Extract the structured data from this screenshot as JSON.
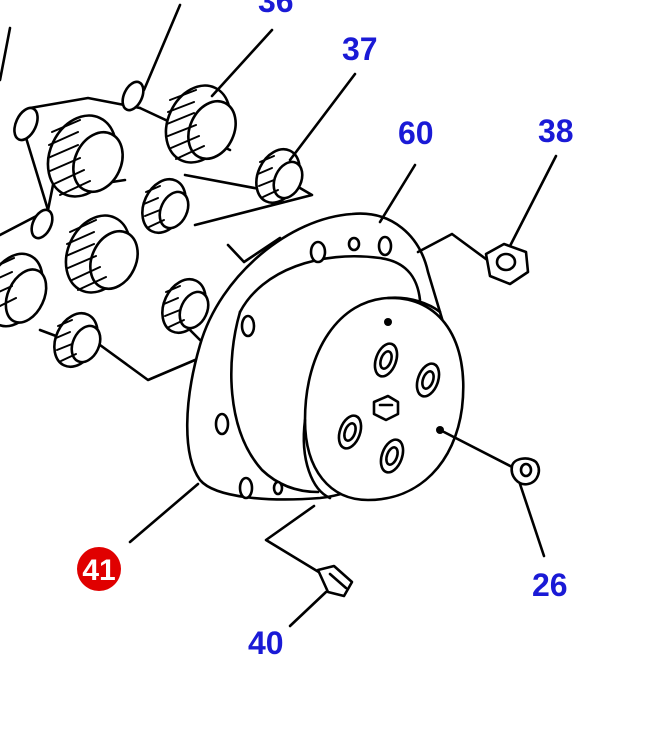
{
  "colors": {
    "callout_text": "#1a1ad6",
    "highlight_fill": "#e00000",
    "highlight_text": "#ffffff",
    "line": "#000000",
    "background": "#ffffff"
  },
  "callouts": {
    "c36": "36",
    "c37": "37",
    "c60": "60",
    "c38": "38",
    "c41": "41",
    "c26": "26",
    "c40": "40"
  }
}
